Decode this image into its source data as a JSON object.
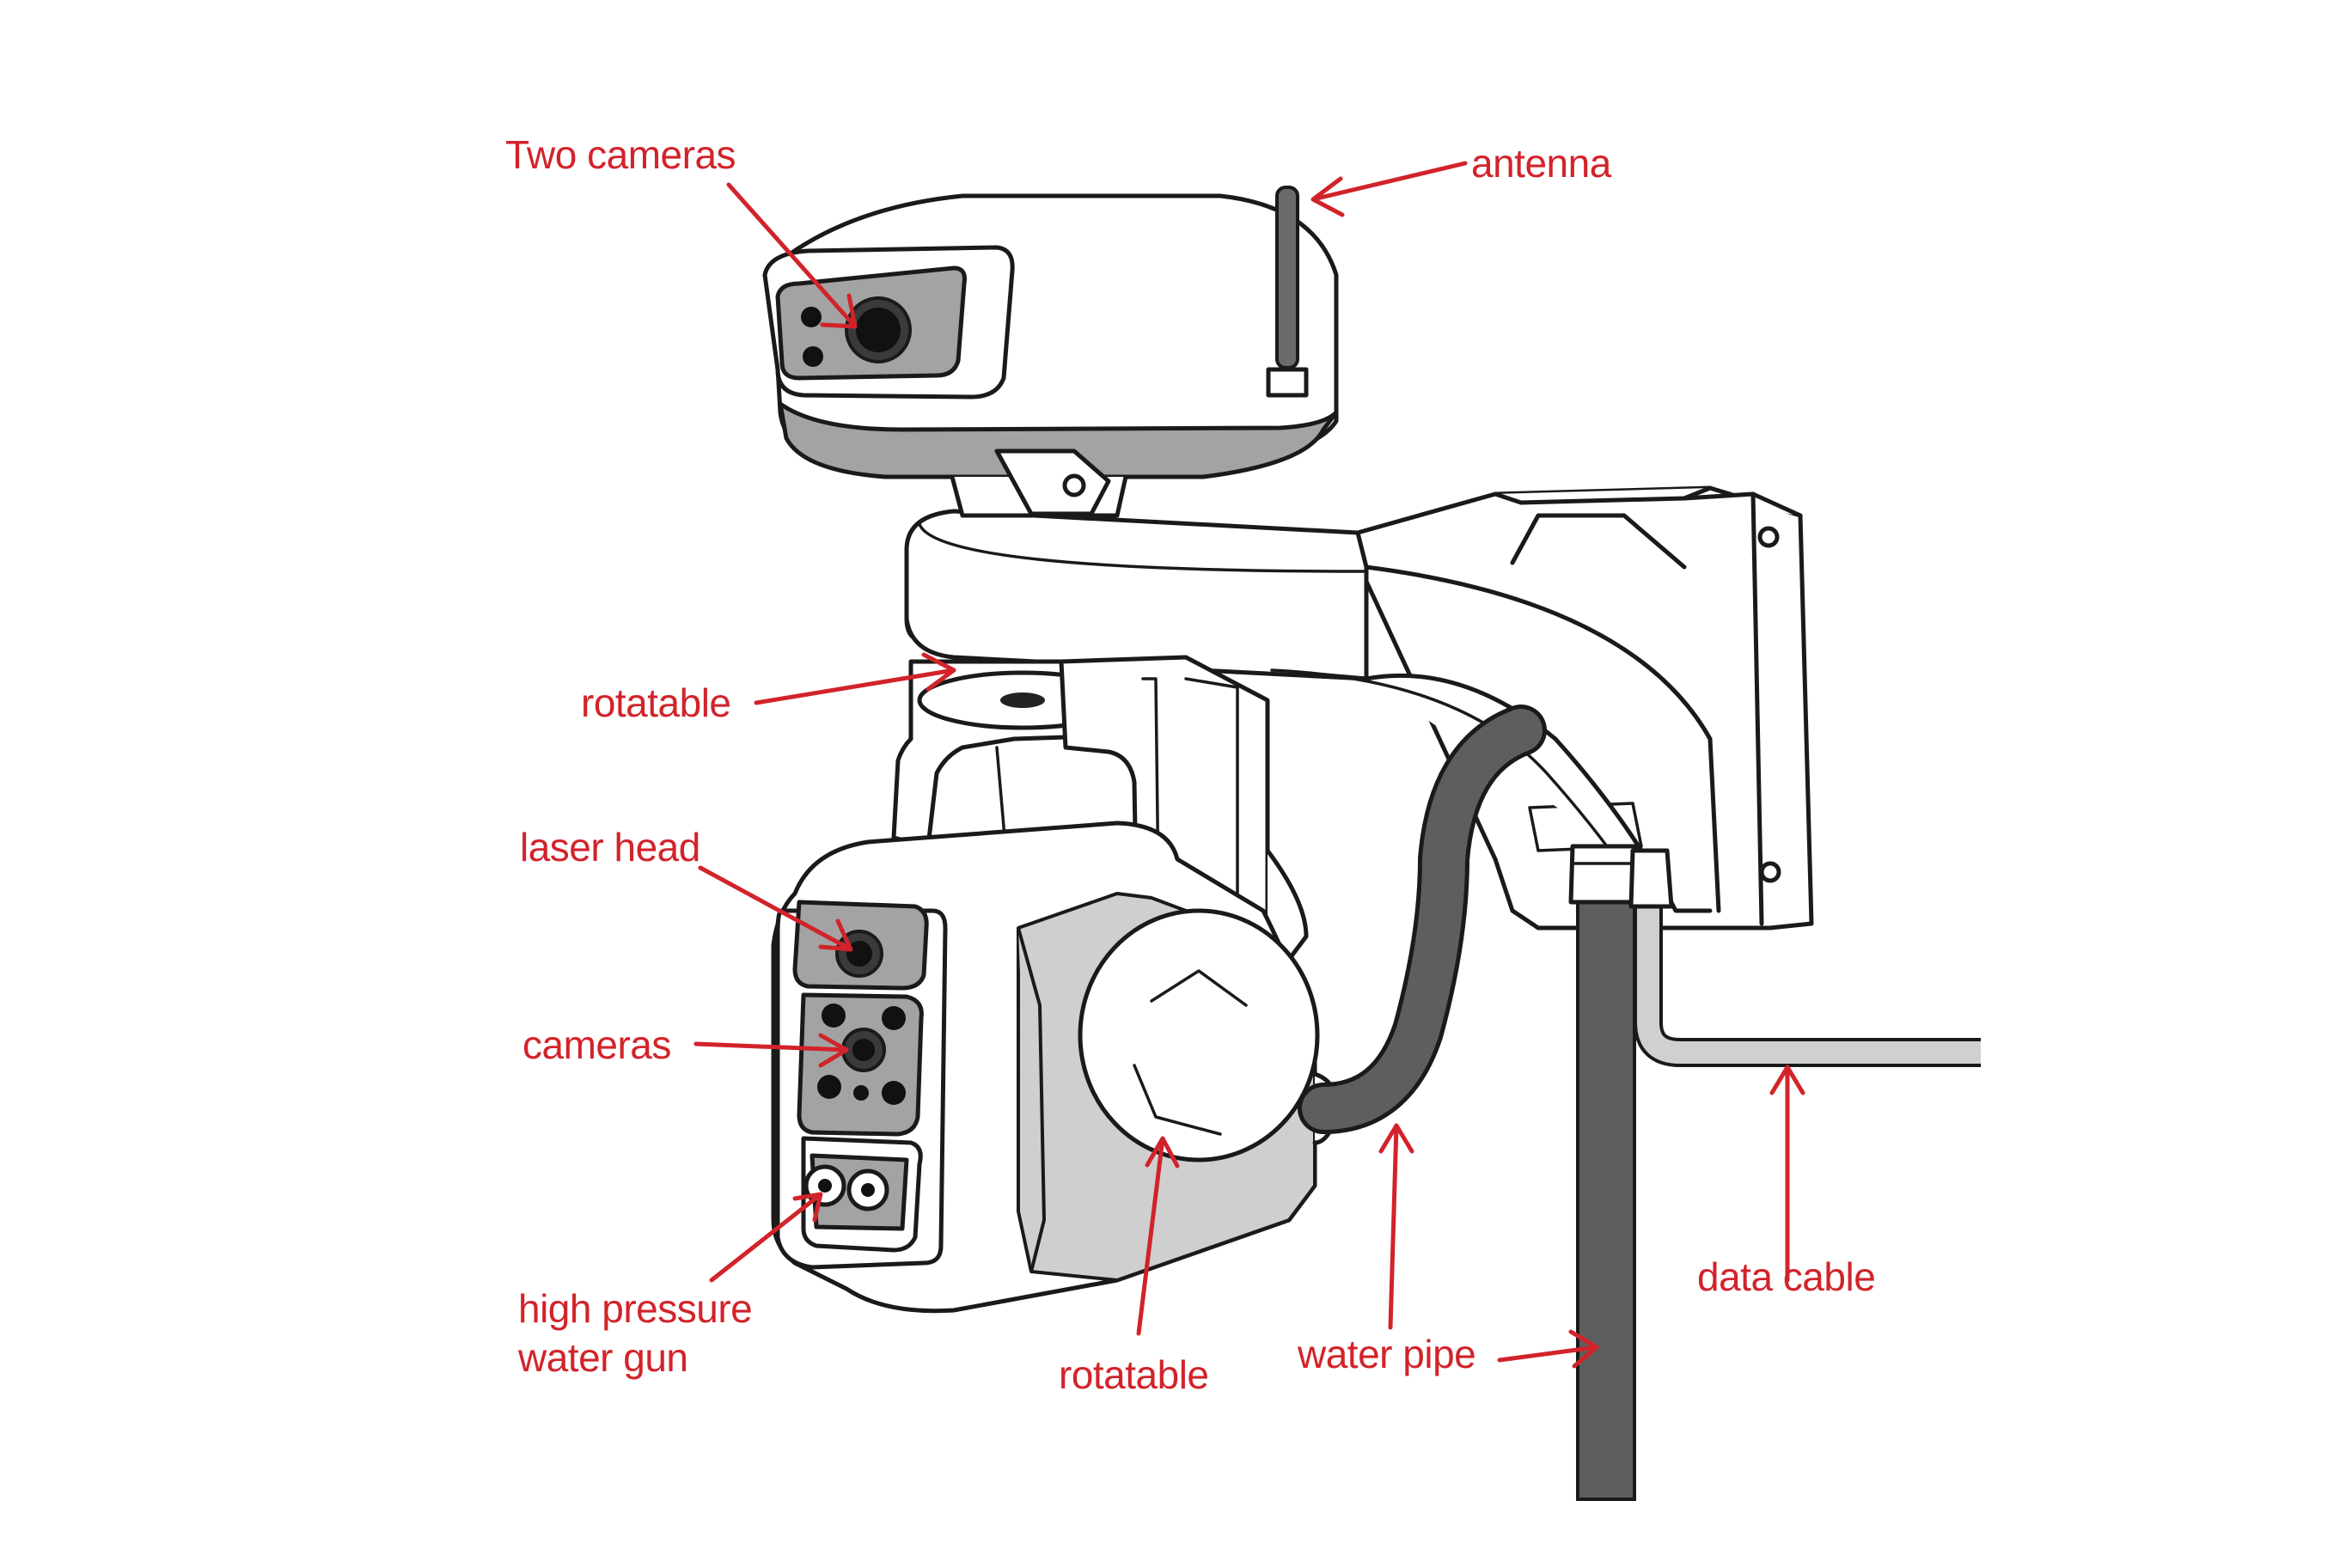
{
  "labels": {
    "two_cameras": "Two cameras",
    "antenna": "antenna",
    "rotatable_top": "rotatable",
    "laser_head": "laser head",
    "cameras": "cameras",
    "water_gun_line1": "high pressure",
    "water_gun_line2": "water gun",
    "rotatable_bottom": "rotatable",
    "water_pipe": "water pipe",
    "data_cable": "data cable"
  },
  "colors": {
    "label": "#d2232a",
    "outline": "#1a1a1a",
    "grey_panel": "#a3a3a3",
    "light_grey": "#cfcfcf",
    "pipe": "#5e5e5e"
  }
}
